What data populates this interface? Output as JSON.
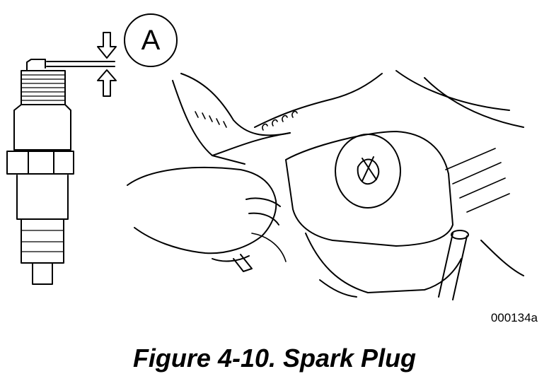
{
  "callout": {
    "label": "A"
  },
  "figure": {
    "code": "000134a",
    "caption": "Figure 4-10. Spark Plug"
  }
}
